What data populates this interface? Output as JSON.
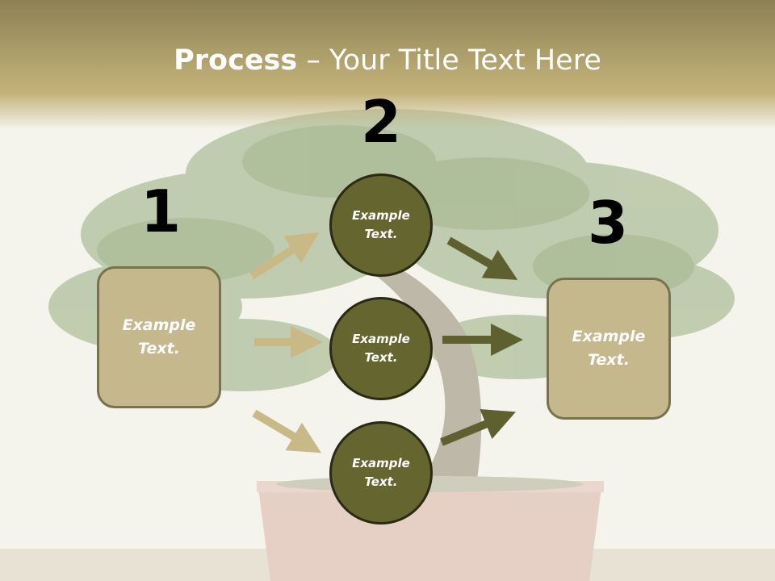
{
  "slide": {
    "title_bold": "Process",
    "title_rest": " – Your Title Text Here",
    "step_numbers": [
      "1",
      "2",
      "3"
    ],
    "left_box_text": "Example\nText.",
    "right_box_text": "Example\nText.",
    "circles": [
      "Example\nText.",
      "Example\nText.",
      "Example\nText."
    ]
  },
  "colors": {
    "band": "#a89a66",
    "box_fill": "#c5b88c",
    "circle_fill": "#656530",
    "arrow_light": "#c8b987",
    "arrow_dark": "#5f6030"
  }
}
